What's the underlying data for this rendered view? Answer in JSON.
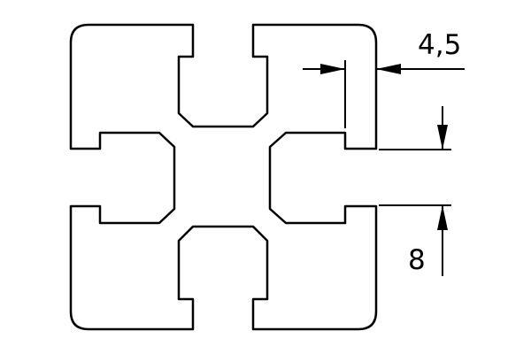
{
  "drawing": {
    "subject": "aluminium-profile-cross-section",
    "line_color": "#000000",
    "background_color": "#ffffff"
  },
  "dimensions": {
    "slot_wall_thickness": "4,5",
    "slot_opening_width": "8"
  }
}
